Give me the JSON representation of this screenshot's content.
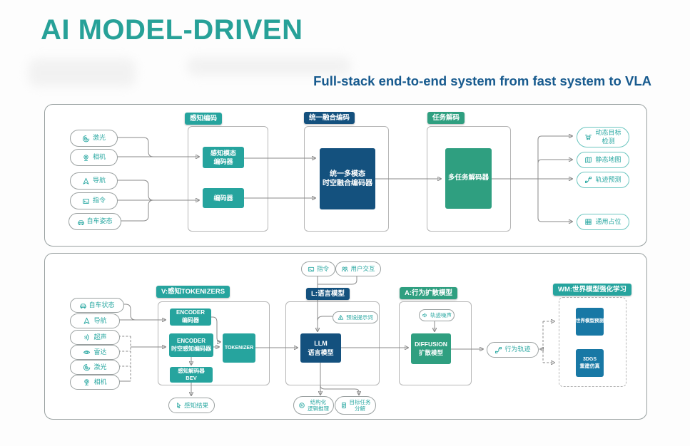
{
  "header": {
    "title": "AI MODEL-DRIVEN",
    "subtitle": "Full-stack end-to-end system from fast system to VLA"
  },
  "colors": {
    "title_teal": "#27a198",
    "subtitle_navy": "#175a8e",
    "teal": "#26a49e",
    "navy": "#14517e",
    "green": "#2f9f80",
    "blue": "#1878a5",
    "pill_text_teal": "#2aa8a2",
    "connector_gray": "#8a8a8a"
  },
  "panel1": {
    "badges": [
      {
        "label": "感知编码"
      },
      {
        "label": "统一融合编码"
      },
      {
        "label": "任务解码"
      }
    ],
    "inputs": [
      {
        "icon": "lidar-icon",
        "label": "激光"
      },
      {
        "icon": "camera-icon",
        "label": "相机"
      },
      {
        "icon": "navigation-icon",
        "label": "导航"
      },
      {
        "icon": "command-icon",
        "label": "指令"
      },
      {
        "icon": "vehicle-icon",
        "label": "自车姿态"
      }
    ],
    "boxes": {
      "perception_modal_encoder": "感知模态\n编码器",
      "encoder": "编码器",
      "unified_fusion_encoder": "统一多模态\n时空融合编码器",
      "multitask_decoder": "多任务解码器"
    },
    "outputs": [
      {
        "icon": "dynamic-target-icon",
        "label": "动态目标\n检测"
      },
      {
        "icon": "map-icon",
        "label": "静态地图"
      },
      {
        "icon": "trajectory-icon",
        "label": "轨迹预测"
      },
      {
        "icon": "occupancy-icon",
        "label": "通用占位"
      }
    ]
  },
  "panel2": {
    "badges": [
      {
        "label": "V:感知TOKENIZERS"
      },
      {
        "label": "L:语言模型"
      },
      {
        "label": "A:行为扩散模型"
      },
      {
        "label": "WM:世界模型强化学习"
      }
    ],
    "top_inputs": [
      {
        "icon": "command-icon",
        "label": "指令"
      },
      {
        "icon": "users-icon",
        "label": "用户交互"
      }
    ],
    "inputs": [
      {
        "icon": "vehicle-icon",
        "label": "自车状态"
      },
      {
        "icon": "navigation-icon",
        "label": "导航"
      },
      {
        "icon": "ultrasonic-icon",
        "label": "超声"
      },
      {
        "icon": "radar-icon",
        "label": "雷达"
      },
      {
        "icon": "lidar-icon",
        "label": "激光"
      },
      {
        "icon": "camera-icon",
        "label": "相机"
      }
    ],
    "boxes": {
      "encoder": "ENCODER\n编码器",
      "st_perception_encoder": "ENCODER\n时空感知编码器",
      "perception_decoder_bev": "感知解码器\nBEV",
      "tokenizer": "TOKENIZER",
      "llm": "LLM\n语言模型",
      "diffusion": "DIFFUSION\n扩散模型",
      "world_model_prediction": "世界模型预测",
      "gs_reconstruction": "3DGS\n重建仿真"
    },
    "pills": {
      "preset_prompt": "预设提示词",
      "trajectory_noise": "轨迹噪声",
      "perception_result": "感知结果",
      "behavior_trajectory": "行为轨迹",
      "structured_reasoning": "结构化\n逻辑推理",
      "task_decomposition": "目标任务\n分解"
    }
  }
}
